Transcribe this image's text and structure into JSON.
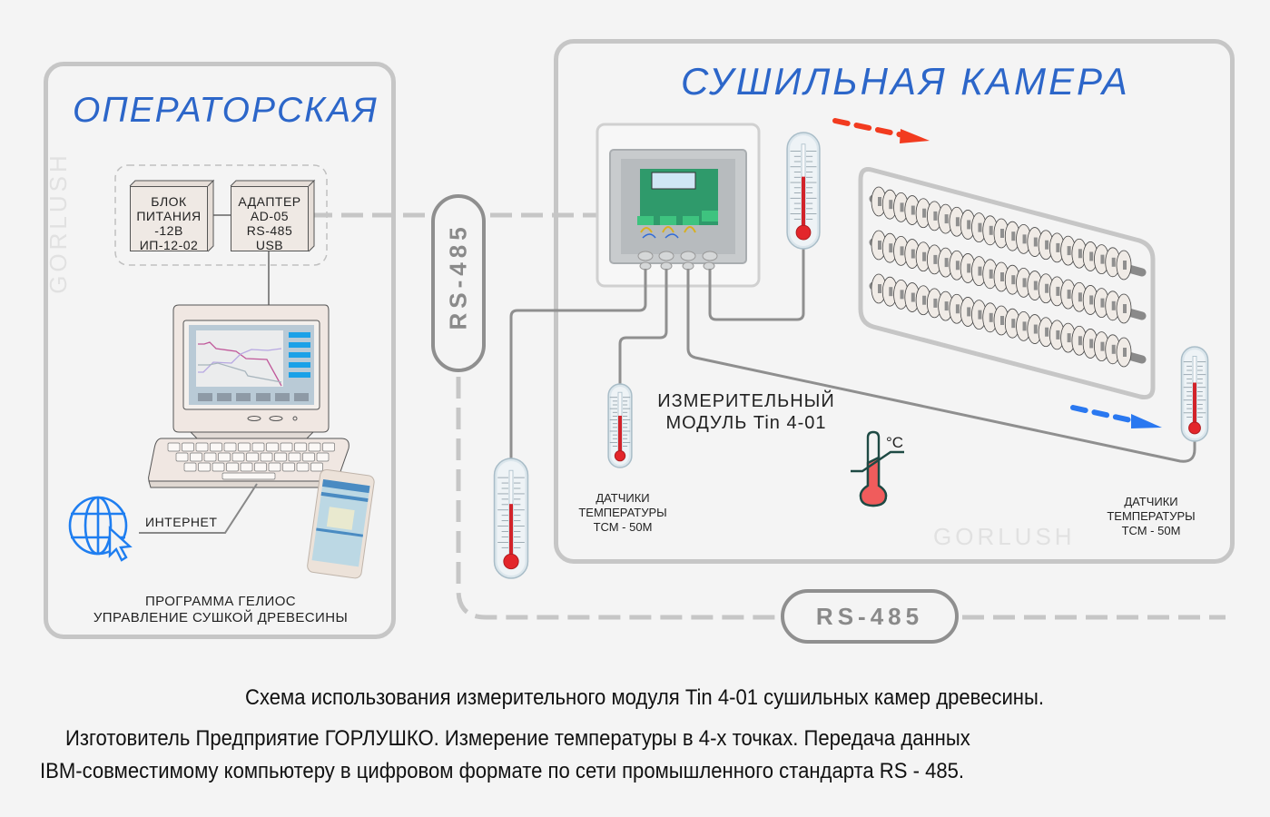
{
  "operator_room": {
    "title": "ОПЕРАТОРСКАЯ",
    "power_block": [
      "БЛОК",
      "ПИТАНИЯ",
      "-12В",
      "ИП-12-02"
    ],
    "adapter": [
      "АДАПТЕР",
      "AD-05",
      "RS-485",
      "USB"
    ],
    "internet_label": "ИНТЕРНЕТ",
    "program_caption": [
      "ПРОГРАММА ГЕЛИОС",
      "УПРАВЛЕНИЕ СУШКОЙ ДРЕВЕСИНЫ"
    ],
    "watermark": "GORLUSH"
  },
  "drying_chamber": {
    "title": "СУШИЛЬНАЯ КАМЕРА",
    "module_label": [
      "ИЗМЕРИТЕЛЬНЫЙ",
      "МОДУЛЬ Tin 4-01"
    ],
    "sensors_left": [
      "ДАТЧИКИ",
      "ТЕМПЕРАТУРЫ",
      "ТСМ - 50М"
    ],
    "sensors_right": [
      "ДАТЧИКИ",
      "ТЕМПЕРАТУРЫ",
      "ТСМ - 50М"
    ],
    "celsius": "°C",
    "watermark": "GORLUSH",
    "hot_air_color": "#f23b1f",
    "cold_air_color": "#2a78f0"
  },
  "bus": {
    "vertical_label": "RS-485",
    "horizontal_label": "RS-485"
  },
  "footer": {
    "line1": "Схема использования измерительного модуля  Tin 4-01  сушильных камер древесины.",
    "line2": "Изготовитель Предприятие ГОРЛУШКО. Измерение температуры  в 4-х точках. Передача данных",
    "line3": "IBM-совместимому компьютеру в цифровом формате по сети промышленного стандарта RS - 485."
  },
  "colors": {
    "title_blue": "#2c66c9",
    "line_gray": "#c6c6c6",
    "wire_gray": "#8f8f8f"
  }
}
